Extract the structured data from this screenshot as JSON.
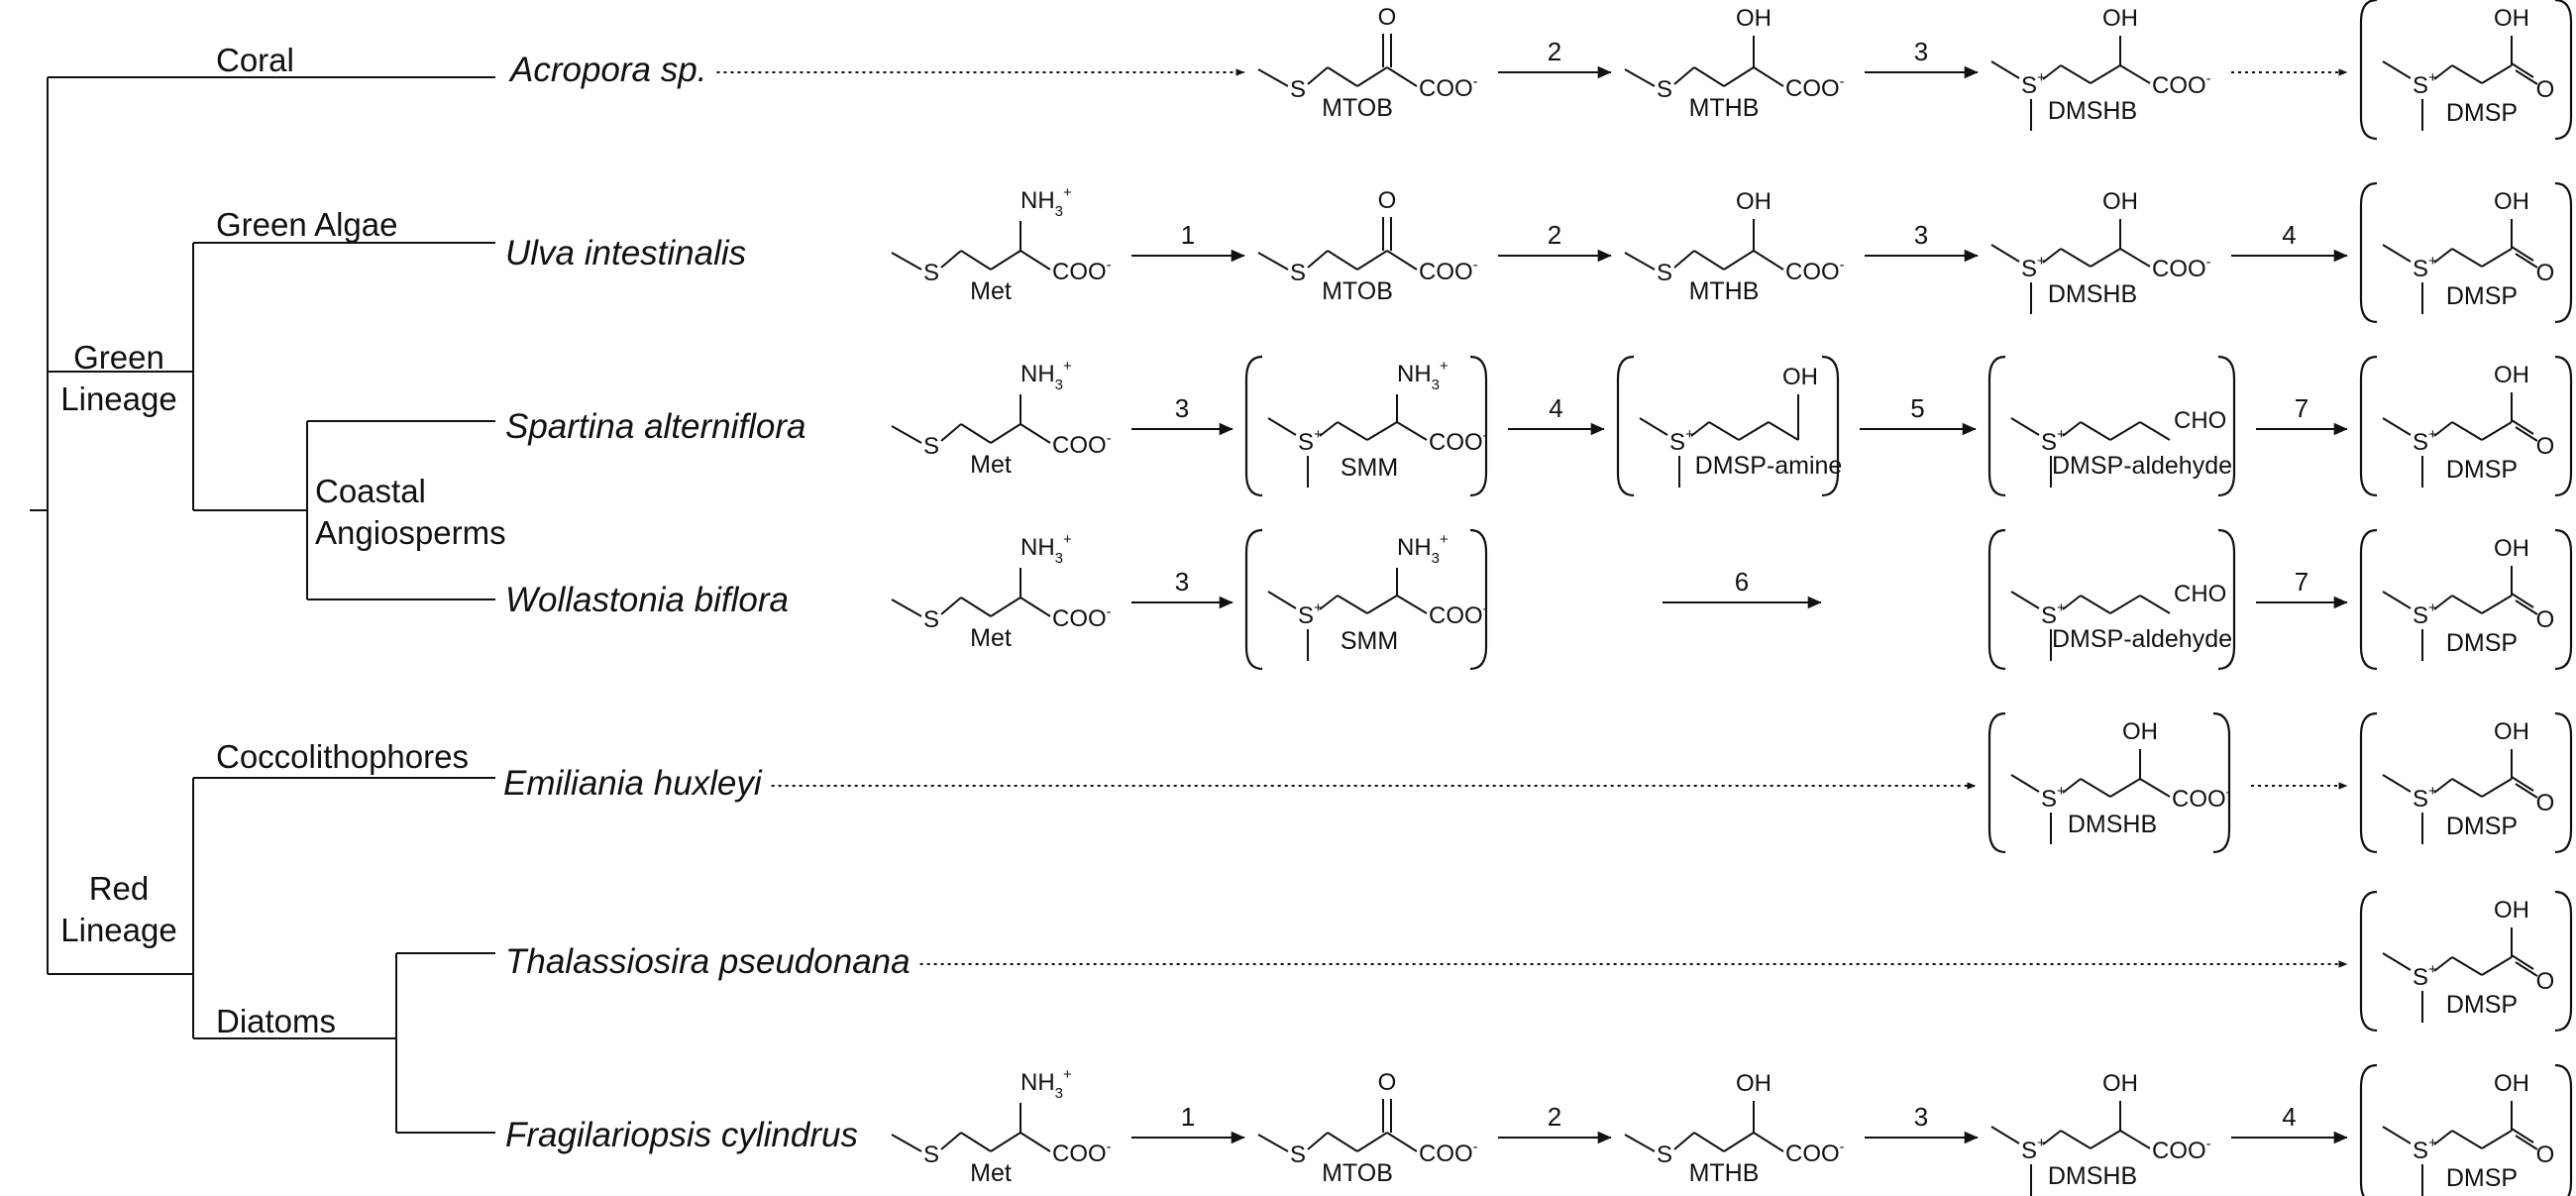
{
  "tree": {
    "groups": [
      {
        "id": "coral",
        "label": "Coral"
      },
      {
        "id": "green-algae",
        "label": "Green Algae"
      },
      {
        "id": "green-lineage",
        "label": [
          "Green",
          "Lineage"
        ]
      },
      {
        "id": "coastal",
        "label": [
          "Coastal",
          "Angiosperms"
        ]
      },
      {
        "id": "coccolithophores",
        "label": "Coccolithophores"
      },
      {
        "id": "red-lineage",
        "label": [
          "Red",
          "Lineage"
        ]
      },
      {
        "id": "diatoms",
        "label": "Diatoms"
      }
    ],
    "species": [
      "Acropora sp.",
      "Ulva intestinalis",
      "Spartina alterniflora",
      "Wollastonia biflora",
      "Emiliania huxleyi",
      "Thalassiosira pseudonana",
      "Fragilariopsis cylindrus"
    ]
  },
  "atoms": {
    "nh3": "NH",
    "nh3_sub": "3",
    "nh3_sup": "+",
    "coo": "COO",
    "coo_sup": "-",
    "s": "S",
    "s_sup": "+",
    "o": "O",
    "oh": "OH",
    "cho": "CHO"
  },
  "pathways": [
    {
      "row": 0,
      "steps": [
        {
          "compound": "MTOB",
          "arrow_in": "dotted",
          "label_in": ""
        },
        {
          "compound": "MTHB",
          "arrow_in": "solid",
          "label_in": "2"
        },
        {
          "compound": "DMSHB",
          "arrow_in": "solid",
          "label_in": "3"
        },
        {
          "compound": "DMSP",
          "arrow_in": "dotted",
          "label_in": "",
          "bracket": true
        }
      ]
    },
    {
      "row": 1,
      "steps": [
        {
          "compound": "Met"
        },
        {
          "compound": "MTOB",
          "arrow_in": "solid",
          "label_in": "1"
        },
        {
          "compound": "MTHB",
          "arrow_in": "solid",
          "label_in": "2"
        },
        {
          "compound": "DMSHB",
          "arrow_in": "solid",
          "label_in": "3"
        },
        {
          "compound": "DMSP",
          "arrow_in": "solid",
          "label_in": "4",
          "bracket": true
        }
      ]
    },
    {
      "row": 2,
      "steps": [
        {
          "compound": "Met"
        },
        {
          "compound": "SMM",
          "arrow_in": "solid",
          "label_in": "3",
          "bracket": true
        },
        {
          "compound": "DMSP-amine",
          "arrow_in": "solid",
          "label_in": "4",
          "bracket": true
        },
        {
          "compound": "DMSP-aldehyde",
          "arrow_in": "solid",
          "label_in": "5",
          "bracket": true
        },
        {
          "compound": "DMSP",
          "arrow_in": "solid",
          "label_in": "7",
          "bracket": true
        }
      ]
    },
    {
      "row": 3,
      "steps": [
        {
          "compound": "Met"
        },
        {
          "compound": "SMM",
          "arrow_in": "solid",
          "label_in": "3",
          "bracket": true
        },
        {
          "compound": "DMSP-aldehyde",
          "arrow_in": "solid",
          "label_in": "6",
          "bracket": true
        },
        {
          "compound": "DMSP",
          "arrow_in": "solid",
          "label_in": "7",
          "bracket": true
        }
      ]
    },
    {
      "row": 4,
      "steps": [
        {
          "compound": "DMSHB",
          "arrow_in": "dotted",
          "label_in": "",
          "bracket": true
        },
        {
          "compound": "DMSP",
          "arrow_in": "dotted",
          "label_in": "",
          "bracket": true
        }
      ]
    },
    {
      "row": 5,
      "steps": [
        {
          "compound": "DMSP",
          "arrow_in": "dotted",
          "label_in": "",
          "bracket": true
        }
      ]
    },
    {
      "row": 6,
      "steps": [
        {
          "compound": "Met"
        },
        {
          "compound": "MTOB",
          "arrow_in": "solid",
          "label_in": "1"
        },
        {
          "compound": "MTHB",
          "arrow_in": "solid",
          "label_in": "2"
        },
        {
          "compound": "DMSHB",
          "arrow_in": "solid",
          "label_in": "3"
        },
        {
          "compound": "DMSP",
          "arrow_in": "solid",
          "label_in": "4",
          "bracket": true
        }
      ]
    }
  ]
}
